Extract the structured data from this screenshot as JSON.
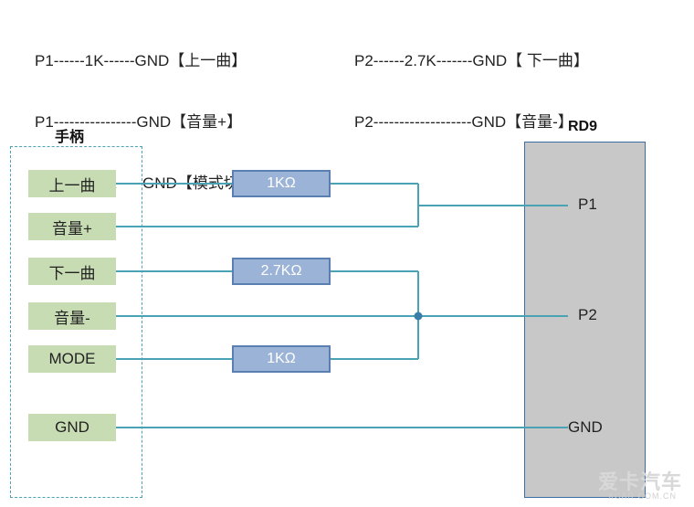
{
  "notes_left": [
    "P1------1K------GND【上一曲】",
    "P1----------------GND【音量+】",
    "P2------2.7K-----GND【模式切换】"
  ],
  "notes_right": [
    "P2------2.7K-------GND【 下一曲】",
    "P2-------------------GND【音量-】"
  ],
  "handle_title": "手柄",
  "rd9_title": "RD9",
  "buttons": {
    "prev": "上一曲",
    "vol_up": "音量+",
    "next": "下一曲",
    "vol_down": "音量-",
    "mode": "MODE",
    "gnd": "GND"
  },
  "resistors": {
    "r1": "1KΩ",
    "r2": "2.7KΩ",
    "r3": "1KΩ"
  },
  "pins": {
    "p1": "P1",
    "p2": "P2",
    "gnd": "GND"
  },
  "colors": {
    "wire": "#4aa3b5",
    "button_fill": "#c8dcb4",
    "resistor_fill": "#9ab3d6",
    "rd9_fill": "#c8c8c8"
  },
  "watermark": {
    "main": "爱卡汽车",
    "sub": "XCAR.COM.CN"
  }
}
